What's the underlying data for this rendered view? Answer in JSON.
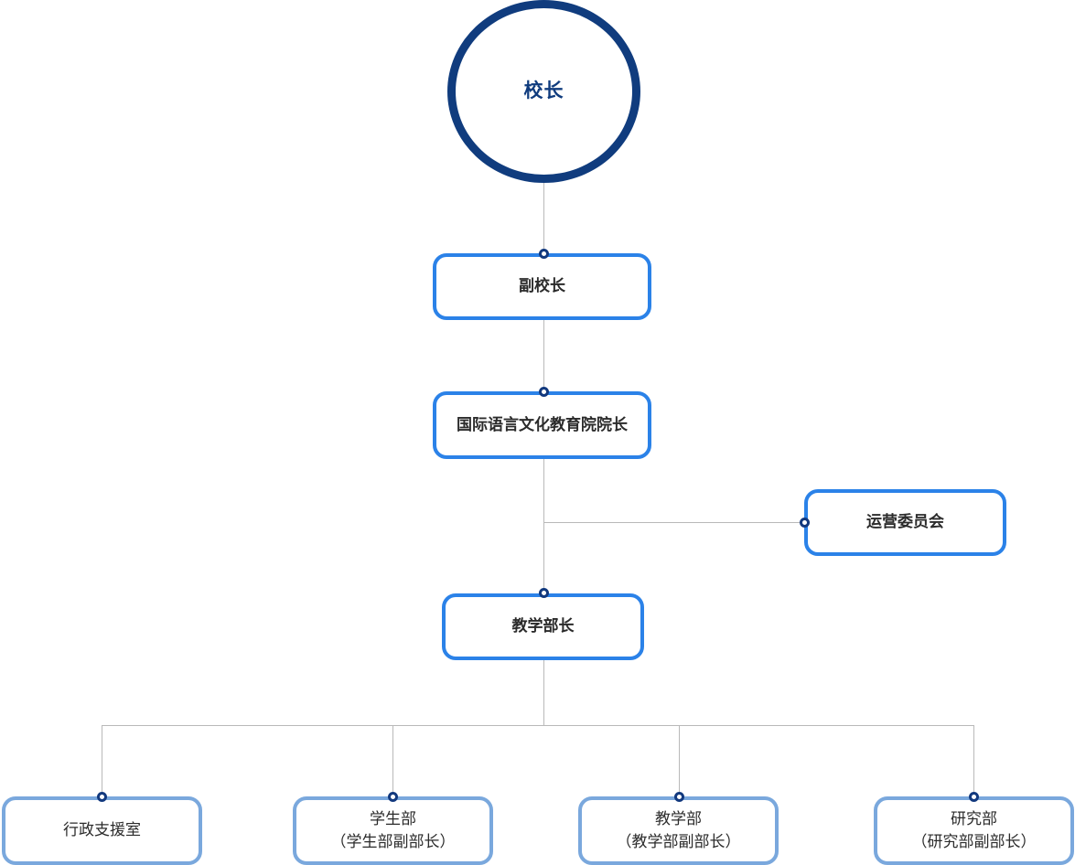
{
  "chart_data": {
    "type": "diagram",
    "diagram_type": "organization-chart",
    "title": "",
    "orientation": "top-down",
    "colors": {
      "root_border": "#103c7e",
      "root_text": "#103c7e",
      "node_border": "#2b82e8",
      "node_border_muted": "#7aa8dd",
      "node_text": "#2b2b2b",
      "connector_line": "#b9b9b9",
      "connector_dot_ring": "#12397e",
      "connector_dot_fill": "#ffffff",
      "background": "#ffffff"
    },
    "nodes": [
      {
        "id": "principal",
        "label": "校长",
        "shape": "circle",
        "level": 0
      },
      {
        "id": "vice",
        "label": "副校长",
        "shape": "rounded-rect",
        "level": 1
      },
      {
        "id": "dean",
        "label": "国际语言文化教育院院长",
        "shape": "rounded-rect",
        "level": 2
      },
      {
        "id": "committee",
        "label": "运营委员会",
        "shape": "rounded-rect",
        "level": 3,
        "side": "right"
      },
      {
        "id": "teach-head",
        "label": "教学部长",
        "shape": "rounded-rect",
        "level": 4
      },
      {
        "id": "admin",
        "label": "行政支援室",
        "shape": "rounded-rect",
        "level": 5
      },
      {
        "id": "student",
        "label": "学生部\n（学生部副部长）",
        "shape": "rounded-rect",
        "level": 5
      },
      {
        "id": "teaching",
        "label": "教学部\n（教学部副部长）",
        "shape": "rounded-rect",
        "level": 5
      },
      {
        "id": "research",
        "label": "研究部\n（研究部副部长）",
        "shape": "rounded-rect",
        "level": 5
      }
    ],
    "edges": [
      {
        "from": "principal",
        "to": "vice"
      },
      {
        "from": "vice",
        "to": "dean"
      },
      {
        "from": "dean",
        "to": "committee"
      },
      {
        "from": "dean",
        "to": "teach-head"
      },
      {
        "from": "teach-head",
        "to": "admin"
      },
      {
        "from": "teach-head",
        "to": "student"
      },
      {
        "from": "teach-head",
        "to": "teaching"
      },
      {
        "from": "teach-head",
        "to": "research"
      }
    ]
  },
  "nodes": {
    "principal": {
      "label": "校长"
    },
    "vice": {
      "label": "副校长"
    },
    "dean": {
      "label": "国际语言文化教育院院长"
    },
    "committee": {
      "label": "运营委员会"
    },
    "teach_head": {
      "label": "教学部长"
    },
    "admin": {
      "label": "行政支援室"
    },
    "student": {
      "label": "学生部\n（学生部副部长）"
    },
    "teaching": {
      "label": "教学部\n（教学部副部长）"
    },
    "research": {
      "label": "研究部\n（研究部副部长）"
    }
  }
}
